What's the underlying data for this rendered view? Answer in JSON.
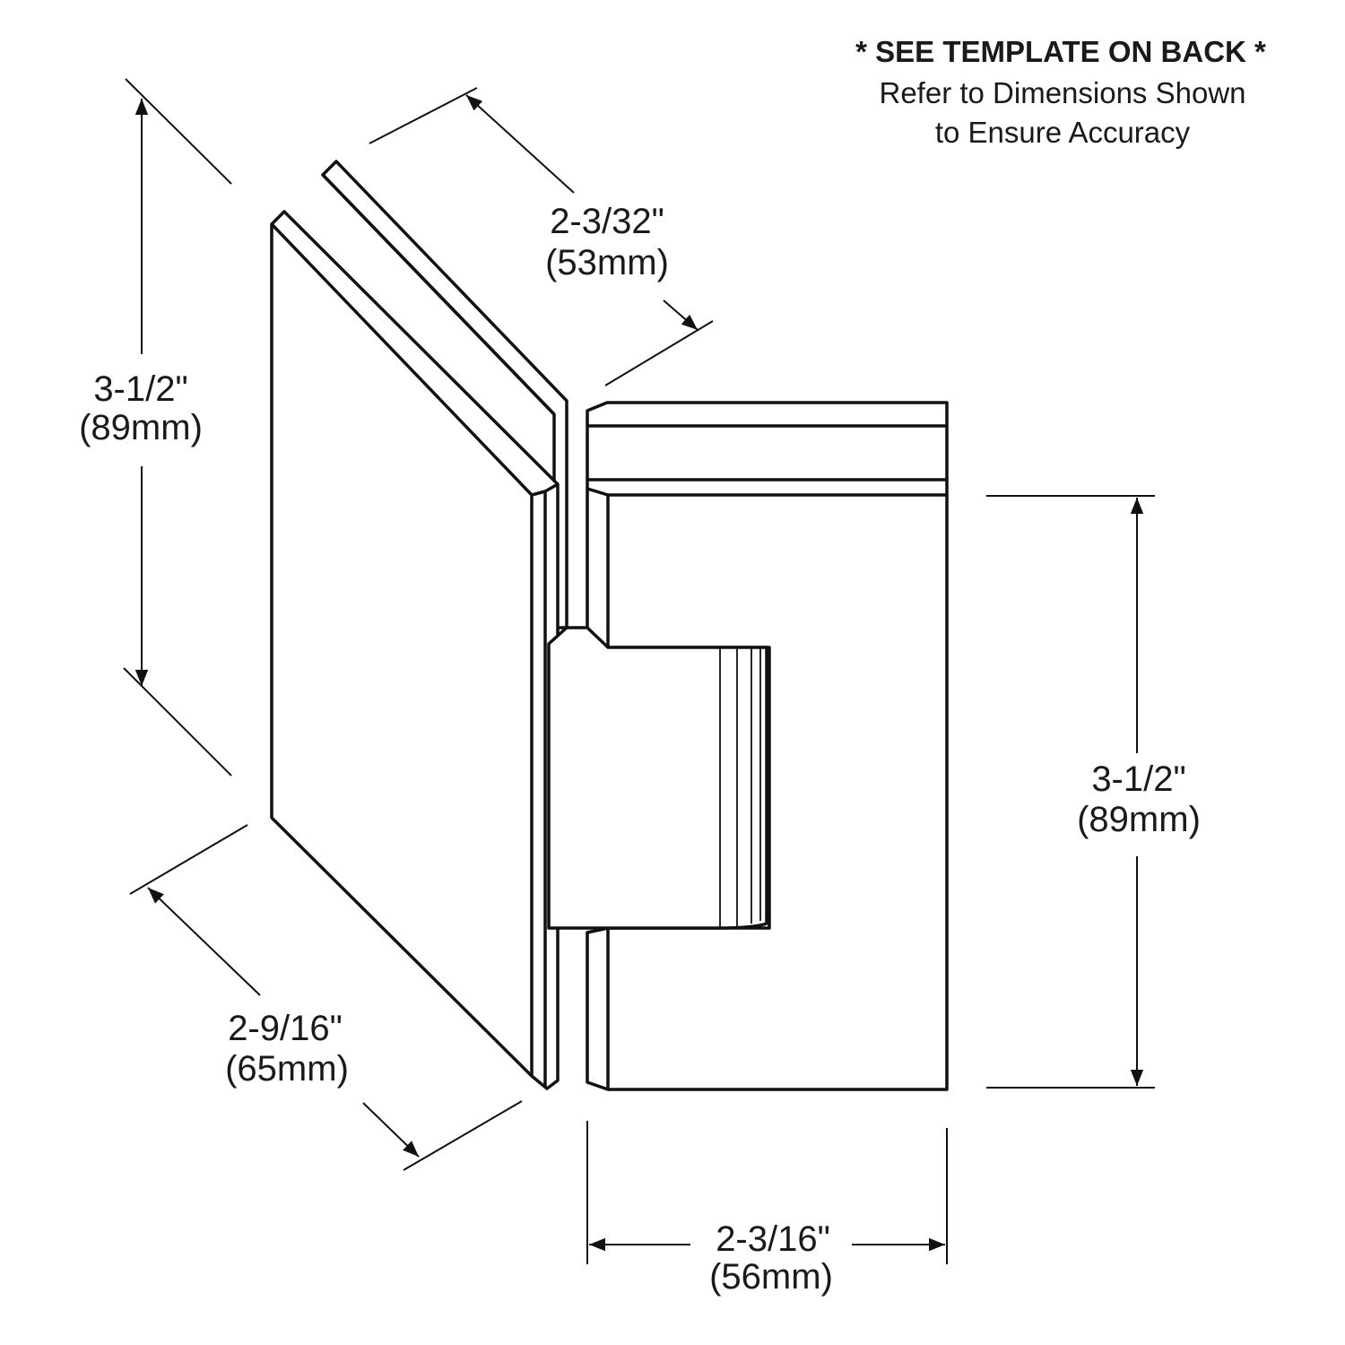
{
  "header": {
    "notice": "* SEE TEMPLATE ON BACK *",
    "line1": "Refer to Dimensions Shown",
    "line2": "to Ensure Accuracy"
  },
  "dimensions": {
    "left_height": {
      "imperial": "3-1/2\"",
      "metric": "(89mm)"
    },
    "plate_depth": {
      "imperial": "2-3/32\"",
      "metric": "(53mm)"
    },
    "plate_width": {
      "imperial": "2-9/16\"",
      "metric": "(65mm)"
    },
    "right_height": {
      "imperial": "3-1/2\"",
      "metric": "(89mm)"
    },
    "body_width": {
      "imperial": "2-3/16\"",
      "metric": "(56mm)"
    }
  },
  "colors": {
    "line": "#111111",
    "background": "#ffffff"
  }
}
